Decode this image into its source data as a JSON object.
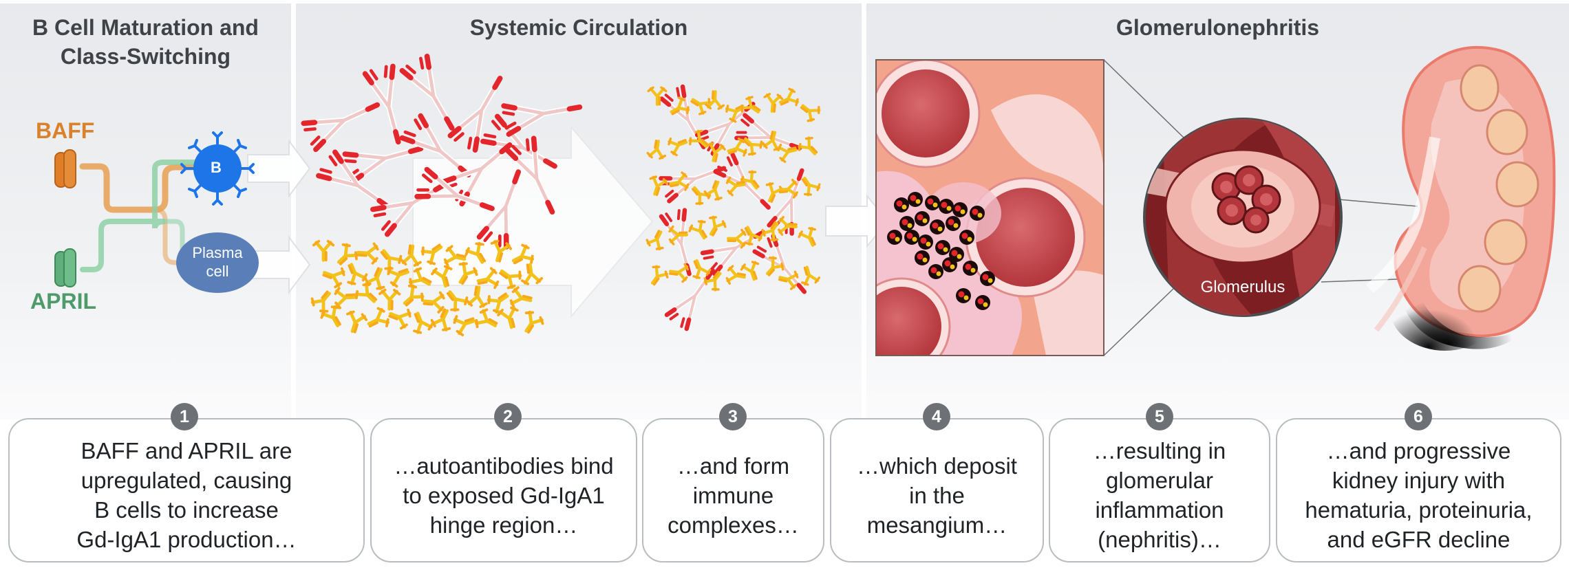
{
  "panels": {
    "b_cell": {
      "title": "B Cell Maturation and\nClass-Switching"
    },
    "circulation": {
      "title": "Systemic Circulation"
    },
    "glomerulonephritis": {
      "title": "Glomerulonephritis"
    }
  },
  "labels": {
    "baff": "BAFF",
    "april": "APRIL",
    "b_cell": "B",
    "plasma_cell": "Plasma\ncell",
    "glomerulus": "Glomerulus"
  },
  "steps": [
    {
      "number": "1",
      "text": "BAFF and APRIL are\nupregulated, causing\nB cells to increase\nGd-IgA1 production…"
    },
    {
      "number": "2",
      "text": "…autoantibodies bind\nto exposed Gd-IgA1\nhinge region…"
    },
    {
      "number": "3",
      "text": "…and form\nimmune\ncomplexes…"
    },
    {
      "number": "4",
      "text": "…which deposit\nin the\nmesangium…"
    },
    {
      "number": "5",
      "text": "…resulting in\nglomerular\ninflammation\n(nephritis)…"
    },
    {
      "number": "6",
      "text": "…and progressive\nkidney injury with\nhematuria, proteinuria,\nand eGFR decline"
    }
  ],
  "colors": {
    "baff": "#d9822b",
    "april": "#4e9a6b",
    "b_cell": "#1d75e8",
    "plasma_cell": "#5a7fb8",
    "autoantibody": "#e3262b",
    "gd_iga1": "#f2c21a",
    "kidney": "#f3a79a"
  }
}
